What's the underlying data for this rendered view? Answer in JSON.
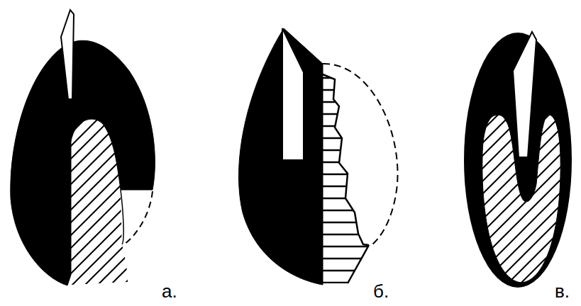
{
  "diagram": {
    "labels": [
      "а.",
      "б.",
      "в."
    ]
  }
}
